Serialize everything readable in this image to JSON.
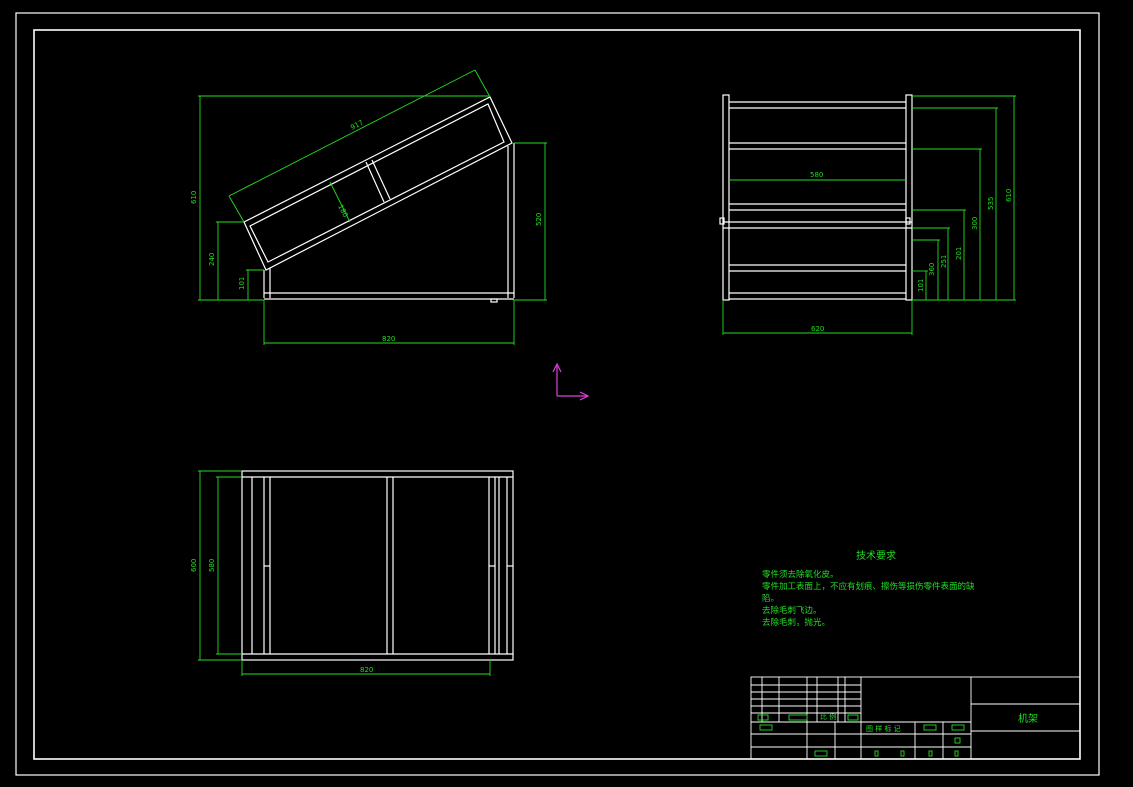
{
  "dimensions": {
    "side_top_length": "917",
    "side_overall_height": "610",
    "side_mid_height": "240",
    "side_low_height": "101",
    "side_inner": "180",
    "side_right_height": "520",
    "side_bottom_width": "820",
    "front_inner_width": "580",
    "front_bottom_width": "620",
    "front_h1": "101",
    "front_h2": "201",
    "front_h3": "251",
    "front_h4": "300",
    "front_h5": "360",
    "front_h6": "535",
    "front_h7": "610",
    "top_outer_height": "600",
    "top_inner_height": "580",
    "top_width": "820"
  },
  "notes": {
    "heading": "技术要求",
    "line1": "零件须去除氧化皮。",
    "line2": "零件加工表面上，不应有划痕、擦伤等损伤零件表面的缺",
    "line3": "陷。",
    "line4": "去除毛刺飞边。",
    "line5": "去除毛刺，抛光。"
  },
  "title_block": {
    "part_name": "机架",
    "cell_a": "比 例",
    "cell_b": "图 样 标 记"
  },
  "colors": {
    "geometry": "#ffffff",
    "dimension": "#22dd22",
    "ucs": "#e040e0",
    "background": "#000000"
  }
}
